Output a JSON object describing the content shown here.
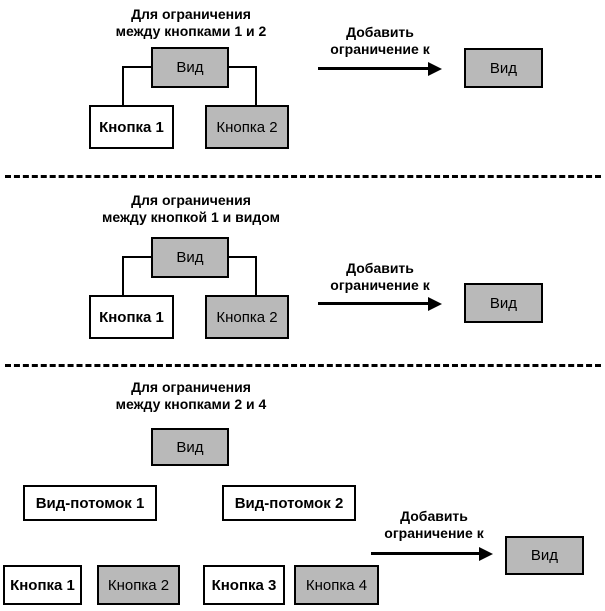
{
  "labels": {
    "view": "Вид",
    "button1": "Кнопка 1",
    "button2": "Кнопка 2",
    "button3": "Кнопка 3",
    "button4": "Кнопка 4",
    "childview1": "Вид-потомок 1",
    "childview2": "Вид-потомок 2",
    "arrow_line1": "Добавить",
    "arrow_line2": "ограничение к"
  },
  "sections": [
    {
      "id": "section-buttons-1-and-2",
      "caption": {
        "line1": "Для ограничения",
        "line2": "между кнопками 1 и 2"
      },
      "nodes": {
        "view": "Вид",
        "button_left": "Кнопка 1",
        "button_right": "Кнопка 2"
      },
      "arrow": {
        "line1": "Добавить",
        "line2": "ограничение к"
      },
      "target": "Вид"
    },
    {
      "id": "section-button-1-and-view",
      "caption": {
        "line1": "Для ограничения",
        "line2": "между кнопкой 1 и видом"
      },
      "nodes": {
        "view": "Вид",
        "button_left": "Кнопка 1",
        "button_right": "Кнопка 2"
      },
      "arrow": {
        "line1": "Добавить",
        "line2": "ограничение к"
      },
      "target": "Вид"
    },
    {
      "id": "section-buttons-2-and-4",
      "caption": {
        "line1": "Для ограничения",
        "line2": "между кнопками 2 и 4"
      },
      "nodes": {
        "view": "Вид",
        "child_view_1": "Вид-потомок 1",
        "child_view_2": "Вид-потомок 2",
        "button_1": "Кнопка 1",
        "button_2": "Кнопка 2",
        "button_3": "Кнопка 3",
        "button_4": "Кнопка 4"
      },
      "arrow": {
        "line1": "Добавить",
        "line2": "ограничение к"
      },
      "target": "Вид"
    }
  ],
  "colors": {
    "highlight_fill": "#b9b9b9",
    "plain_fill": "#ffffff",
    "stroke": "#000000"
  }
}
